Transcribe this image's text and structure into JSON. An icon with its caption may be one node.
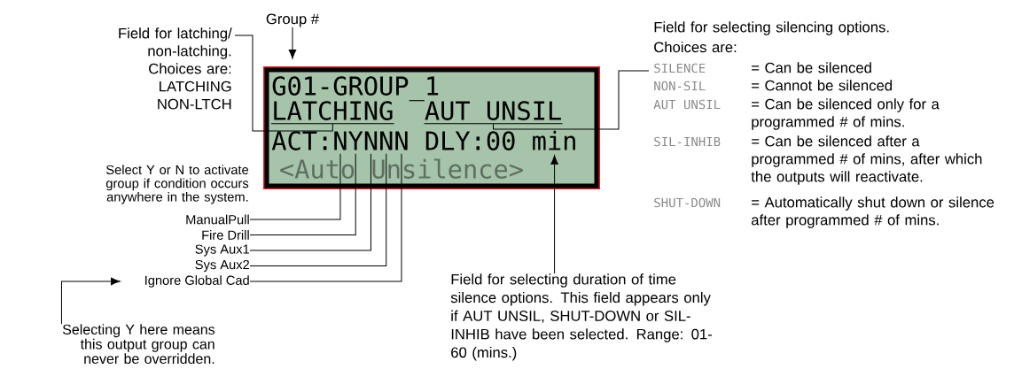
{
  "diagram": {
    "nodes": [
      {
        "text": [
          "Group #"
        ]
      },
      {
        "text": [
          "Field for latching/ non-latching. Choices are: LATCHING NON-LTCH"
        ]
      },
      {
        "text": [
          "Field for selecting silencing options. Choices are:"
        ]
      },
      {
        "text": [],
        "shape": "box"
      },
      {
        "text": [
          "G01-GROUP_1"
        ],
        "in": 3
      },
      {
        "text": [
          "LATCHING"
        ],
        "in": 3
      },
      {
        "text": [
          "AUT UNSIL"
        ],
        "in": 3
      },
      {
        "text": [
          "ACT:"
        ],
        "in": 3
      },
      {
        "text": [
          "N"
        ],
        "in": 3
      },
      {
        "text": [
          "Y"
        ],
        "in": 3
      },
      {
        "text": [
          "N"
        ],
        "in": 3
      },
      {
        "text": [
          "N"
        ],
        "in": 3
      },
      {
        "text": [
          "N"
        ],
        "in": 3
      },
      {
        "text": [
          "DLY:"
        ],
        "in": 3
      },
      {
        "text": [
          "00"
        ],
        "in": 3
      },
      {
        "text": [
          "min"
        ],
        "in": 3
      },
      {
        "text": [
          "<Auto Unsilence>"
        ],
        "in": 3
      },
      {
        "text": [
          "ManualPull"
        ]
      },
      {
        "text": [
          "Fire Drill"
        ]
      },
      {
        "text": [
          "Sys Aux1"
        ]
      },
      {
        "text": [
          "Sys Aux2"
        ]
      },
      {
        "text": [
          "Ignore Global Cad"
        ]
      },
      {
        "text": [
          "Field for selecting duration of time silence options. This field appears only if AUT UNSIL, SHUT-DOWN or SIL-INHIB have been selected. Range: 01-60 (mins.)"
        ]
      },
      {
        "text": [
          "Selecting Y here means this output group can never be overridden."
        ]
      }
    ],
    "edges": [
      {
        "from": 0,
        "to": 4,
        "arrow": "to"
      },
      {
        "from": 1,
        "to": 5,
        "arrow": "none"
      },
      {
        "from": 2,
        "to": 6,
        "arrow": "none"
      },
      {
        "from": 17,
        "to": 8,
        "arrow": "none"
      },
      {
        "from": 18,
        "to": 9,
        "arrow": "none"
      },
      {
        "from": 19,
        "to": 10,
        "arrow": "none"
      },
      {
        "from": 20,
        "to": 11,
        "arrow": "none"
      },
      {
        "from": 21,
        "to": 12,
        "arrow": "none"
      },
      {
        "from": 22,
        "to": 15,
        "arrow": "to"
      },
      {
        "from": 23,
        "to": 21,
        "arrow": "to"
      }
    ],
    "labels": [
      "Select Y or N to activate group if condition occurs anywhere in the system.",
      "SILENCE",
      "= Can be silenced",
      "NON-SIL",
      "= Cannot be silenced",
      "AUT UNSIL",
      "= Can be silenced only for a programmed # of mins.",
      "SIL-INHIB",
      "= Can be silenced after a programmed # of mins, after which the outputs will reactivate.",
      "SHUT-DOWN",
      "= Automatically shut down or silence after programmed # of mins."
    ]
  }
}
